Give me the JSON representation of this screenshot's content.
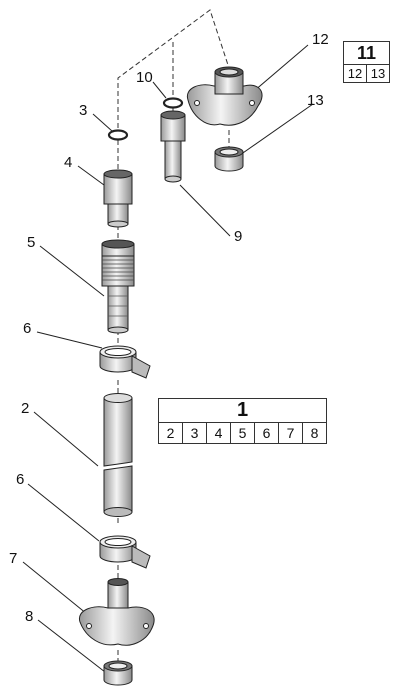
{
  "callouts": {
    "c2": "2",
    "c3": "3",
    "c4": "4",
    "c5": "5",
    "c6a": "6",
    "c6b": "6",
    "c7": "7",
    "c8": "8",
    "c9": "9",
    "c10": "10",
    "c12": "12",
    "c13": "13"
  },
  "assemblies": {
    "a11": {
      "label": "11",
      "parts": [
        "12",
        "13"
      ]
    },
    "a1": {
      "label": "1",
      "parts": [
        "2",
        "3",
        "4",
        "5",
        "6",
        "7",
        "8"
      ]
    }
  },
  "colors": {
    "ink": "#111111",
    "paper": "#ffffff",
    "shade": "#9a9a9a"
  }
}
